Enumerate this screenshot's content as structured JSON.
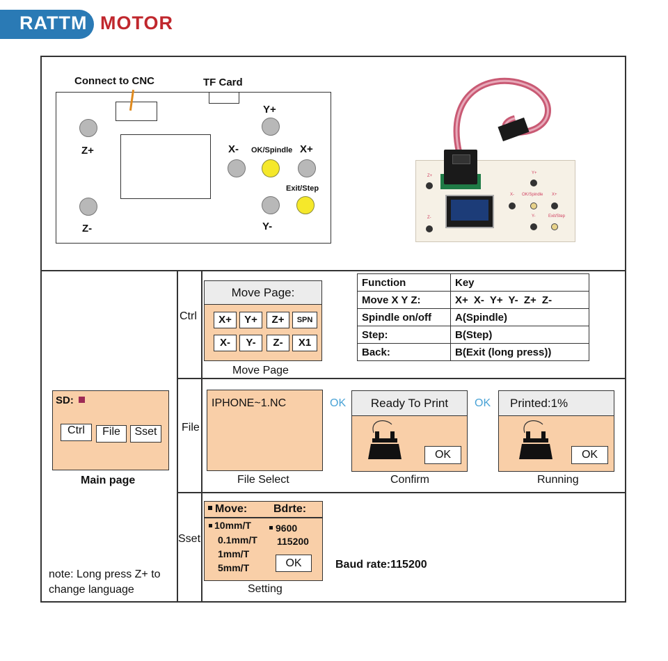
{
  "brand": {
    "part1": "RATTM",
    "part2": "MOTOR"
  },
  "board": {
    "connect_label": "Connect to CNC",
    "tf_label": "TF Card",
    "z_plus": "Z+",
    "z_minus": "Z-",
    "y_plus": "Y+",
    "y_minus": "Y-",
    "x_minus": "X-",
    "x_plus": "X+",
    "ok_spindle": "OK/Spindle",
    "exit_step": "Exit/Step"
  },
  "photo": {
    "labels": {
      "z_plus": "Z+",
      "z_minus": "Z-",
      "y_plus": "Y+",
      "y_minus": "Y-",
      "x_minus": "X-",
      "x_plus": "X+",
      "ok_spindle": "OK/Spindle",
      "exit_step": "Exit/Step"
    }
  },
  "main_page": {
    "sd_label": "SD:",
    "buttons": [
      "Ctrl",
      "File",
      "Sset"
    ],
    "caption": "Main page",
    "note": "note: Long press Z+ to change language"
  },
  "rows": {
    "ctrl": "Ctrl",
    "file": "File",
    "sset": "Sset"
  },
  "move_page": {
    "header": "Move Page:",
    "keys_row1": [
      "X+",
      "Y+",
      "Z+",
      "SPN"
    ],
    "keys_row2": [
      "X-",
      "Y-",
      "Z-",
      "X1"
    ],
    "caption": "Move Page"
  },
  "function_table": {
    "header": [
      "Function",
      "Key"
    ],
    "rows": [
      [
        "Move X Y Z:",
        "X+  X-  Y+  Y-  Z+  Z-"
      ],
      [
        "Spindle on/off",
        "A(Spindle)"
      ],
      [
        "Step:",
        "B(Step)"
      ],
      [
        "Back:",
        "B(Exit (long press))"
      ]
    ]
  },
  "file_flow": {
    "file_name": "IPHONE~1.NC",
    "file_caption": "File Select",
    "ok1": "OK",
    "confirm_header": "Ready To Print",
    "confirm_btn": "OK",
    "confirm_caption": "Confirm",
    "ok2": "OK",
    "running_header": "Printed:1%",
    "running_btn": "OK",
    "running_caption": "Running"
  },
  "setting": {
    "move_label": "Move:",
    "bdrte_label": "Bdrte:",
    "move_options": [
      "10mm/T",
      "0.1mm/T",
      "1mm/T",
      "5mm/T"
    ],
    "baud_options": [
      "9600",
      "115200"
    ],
    "ok_btn": "OK",
    "caption": "Setting",
    "baud_text": "Baud rate:115200"
  },
  "colors": {
    "screen_bg": "#f9cfa8",
    "yellow_btn": "#f5e82a",
    "ok_blue": "#4aa3d6",
    "brand_blue": "#2a7ab5",
    "brand_red": "#c0272d"
  }
}
